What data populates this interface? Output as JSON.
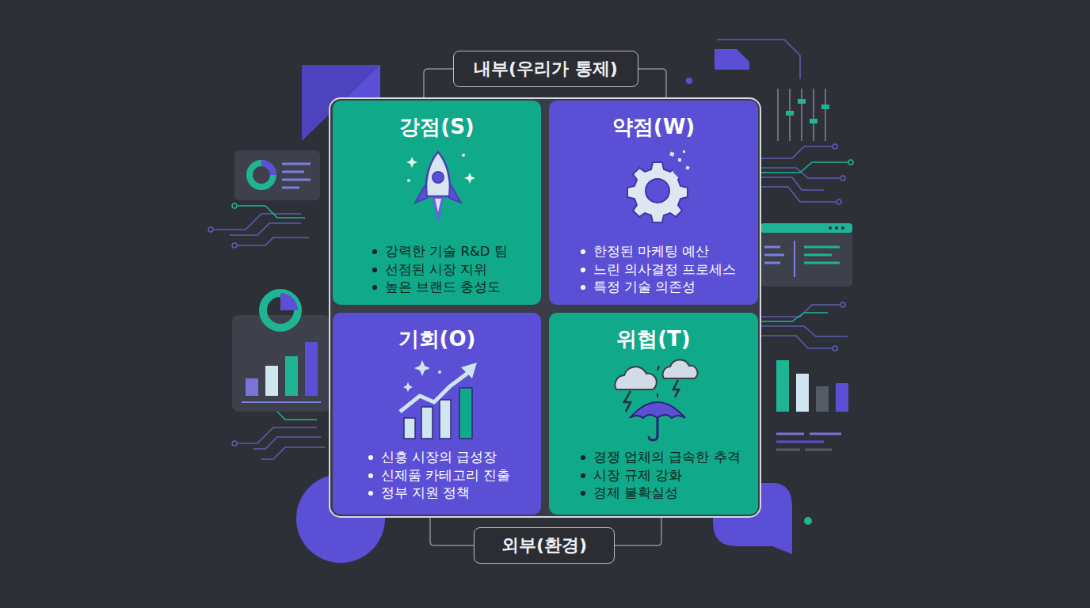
{
  "diagram": {
    "nodes": [
      {
        "text": [
          "내부(우리가 통제)"
        ]
      },
      {
        "text": [
          "강점(S)",
          "강력한 기술 R&D 팀",
          "선점된 시장 지위",
          "높은 브랜드 충성도"
        ]
      },
      {
        "text": [
          "약점(W)",
          "한정된 마케팅 예산",
          "느린 의사결정 프로세스",
          "특정 기술 의존성"
        ]
      },
      {
        "text": [
          "기회(O)",
          "신흥 시장의 급성장",
          "신제품 카테고리 진출",
          "정부 지원 정책"
        ]
      },
      {
        "text": [
          "위협(T)",
          "경쟁 업체의 급속한 추격",
          "시장 규제 강화",
          "경제 불확실성"
        ]
      },
      {
        "text": [
          "외부(환경)"
        ]
      }
    ]
  }
}
